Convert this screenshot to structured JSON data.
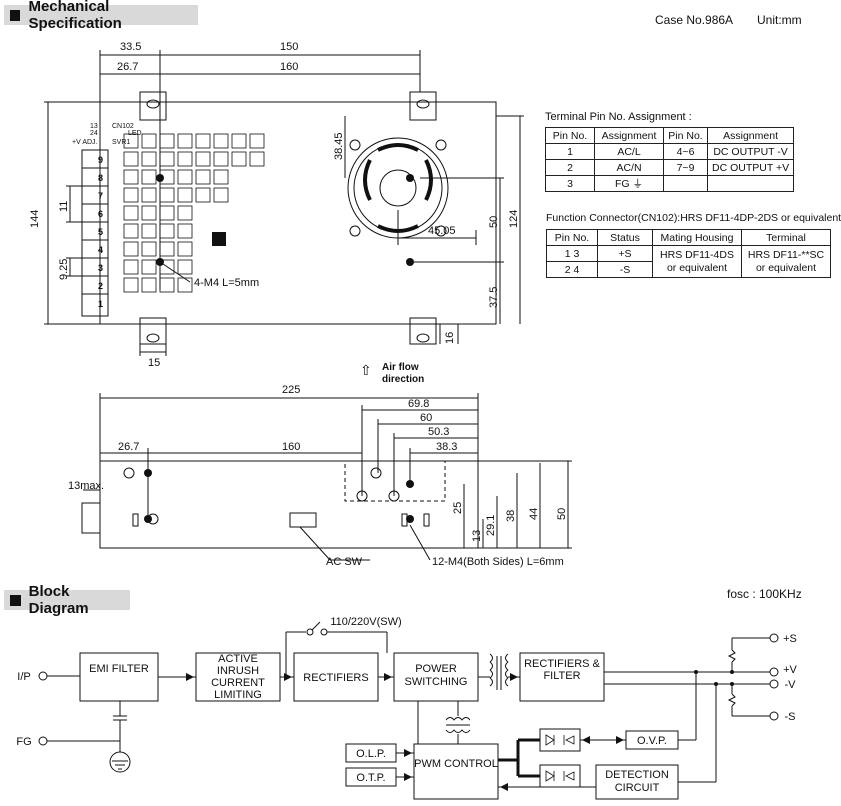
{
  "mech": {
    "title": "Mechanical Specification",
    "case_no": "Case No.986A",
    "unit": "Unit:mm",
    "top_view": {
      "dims": [
        "33.5",
        "150",
        "26.7",
        "160",
        "38.45",
        "50",
        "124",
        "144",
        "45.05",
        "37.5",
        "11",
        "9.25",
        "16",
        "15"
      ],
      "terminals": [
        "9",
        "8",
        "7",
        "6",
        "5",
        "4",
        "3",
        "2",
        "1"
      ],
      "pcb_labels": [
        "13",
        "24",
        "CN102",
        "LED",
        "+V ADJ.",
        "SVR1"
      ],
      "screw_note": "4-M4 L=5mm",
      "airflow": "Air flow direction"
    },
    "side_view": {
      "dims": [
        "225",
        "69.8",
        "60",
        "50.3",
        "38.3",
        "26.7",
        "160",
        "13max.",
        "25",
        "38",
        "44",
        "50",
        "13",
        "29.1"
      ],
      "ac_sw": "AC SW",
      "screw_note": "12-M4(Both Sides) L=6mm"
    }
  },
  "terminal_table": {
    "title": "Terminal Pin No. Assignment :",
    "headers": [
      "Pin No.",
      "Assignment",
      "Pin No.",
      "Assignment"
    ],
    "rows": [
      [
        "1",
        "AC/L",
        "4~6",
        "DC OUTPUT -V"
      ],
      [
        "2",
        "AC/N",
        "7~9",
        "DC OUTPUT +V"
      ],
      [
        "3",
        "FG ⏚",
        "",
        ""
      ]
    ]
  },
  "function_table": {
    "title": "Function Connector(CN102):HRS DF11-4DP-2DS or equivalent",
    "headers": [
      "Pin No.",
      "Status",
      "Mating Housing",
      "Terminal"
    ],
    "rows": [
      [
        "1  3",
        "+S"
      ],
      [
        "2  4",
        "-S"
      ]
    ],
    "mating": "HRS DF11-4DS or equivalent",
    "terminal": "HRS DF11-**SC or equivalent"
  },
  "block": {
    "title": "Block Diagram",
    "fosc": "fosc : 100KHz",
    "ip": "I/P",
    "fg": "FG",
    "emi": "EMI FILTER",
    "inrush": "ACTIVE INRUSH CURRENT LIMITING",
    "rect1": "RECTIFIERS",
    "switch_label": "110/220V(SW)",
    "power": "POWER SWITCHING",
    "rect2": "RECTIFIERS & FILTER",
    "olp": "O.L.P.",
    "otp": "O.T.P.",
    "pwm": "PWM CONTROL",
    "ovp": "O.V.P.",
    "detect": "DETECTION CIRCUIT",
    "outputs": [
      "+S",
      "+V",
      "-V",
      "-S"
    ]
  }
}
